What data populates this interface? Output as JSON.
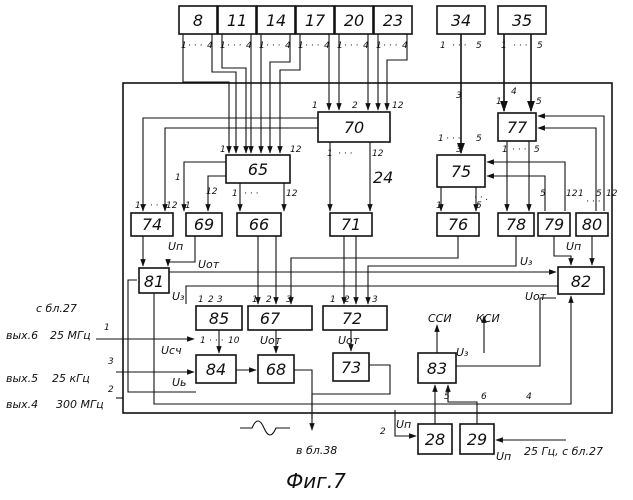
{
  "blocks": {
    "b8": "8",
    "b11": "11",
    "b14": "14",
    "b17": "17",
    "b20": "20",
    "b23": "23",
    "b34": "34",
    "b35": "35",
    "b70": "70",
    "b77": "77",
    "b65": "65",
    "b75": "75",
    "b74": "74",
    "b69": "69",
    "b66": "66",
    "b71": "71",
    "b76": "76",
    "b78": "78",
    "b79": "79",
    "b80": "80",
    "b81": "81",
    "b82": "82",
    "b85": "85",
    "b67": "67",
    "b72": "72",
    "b84": "84",
    "b68": "68",
    "b73": "73",
    "b83": "83",
    "b28": "28",
    "b29": "29",
    "frame": "24"
  },
  "labels": {
    "up_74": "Uп",
    "uot_69": "Uот",
    "u3_82": "U₃",
    "uot_82": "Uот",
    "up_80": "Uп",
    "u3_81": "U₃",
    "uot_67": "Uот",
    "uot_72": "Uот",
    "ssi": "ССИ",
    "ksi": "КСИ",
    "u3_83": "U₃",
    "uct": "Uсч",
    "ub": "Uь",
    "up_28": "Uп",
    "up_29": "Uп",
    "s_bl27": "с бл.27",
    "out6": "вых.6",
    "f6": "25 МГц",
    "out5": "вых.5",
    "f5": "25 кГц",
    "out4": "вых.4",
    "f4": "300 МГц",
    "to38": "в бл.38",
    "f29": "25 Гц, с бл.27"
  },
  "pins": {
    "p1": "1",
    "p2": "2",
    "p3": "3",
    "p4": "4",
    "p5": "5",
    "p6": "6",
    "p10": "10",
    "p12": "12",
    "dots": "· · ·",
    "dots_short": "· · ."
  },
  "caption": "Фиг.7"
}
